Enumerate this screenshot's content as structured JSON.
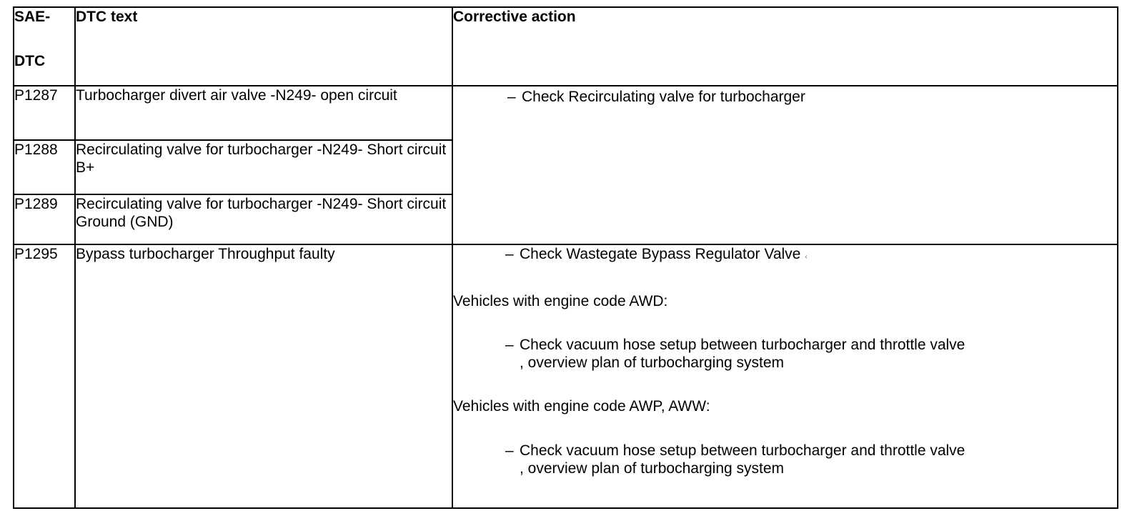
{
  "headers": {
    "sae_line1": "SAE-",
    "sae_line2": "DTC",
    "dtc_text": "DTC text",
    "corrective_action": "Corrective action"
  },
  "rows": [
    {
      "code": "P1287",
      "text": "Turbocharger divert air valve -N249- open circuit"
    },
    {
      "code": "P1288",
      "text": "Recirculating valve for turbocharger -N249- Short circuit B+"
    },
    {
      "code": "P1289",
      "text": "Recirculating valve for turbocharger -N249- Short circuit Ground (GND)"
    },
    {
      "code": "P1295",
      "text": "Bypass turbocharger Throughput faulty"
    }
  ],
  "actions": {
    "recirc_group": {
      "dash": "–",
      "step": "Check Recirculating valve for turbocharger"
    },
    "p1295": {
      "dash": "–",
      "step1": "Check Wastegate Bypass Regulator Valve",
      "step1_mark": "‹",
      "group1_title": "Vehicles with engine code AWD:",
      "group1_step_line1": "Check vacuum hose setup between turbocharger and throttle valve",
      "group1_step_line2": ", overview plan of turbocharging system",
      "group2_title": "Vehicles with engine code AWP, AWW:",
      "group2_step_line1": "Check vacuum hose setup between turbocharger and throttle valve",
      "group2_step_line2": ", overview plan of turbocharging system"
    }
  }
}
